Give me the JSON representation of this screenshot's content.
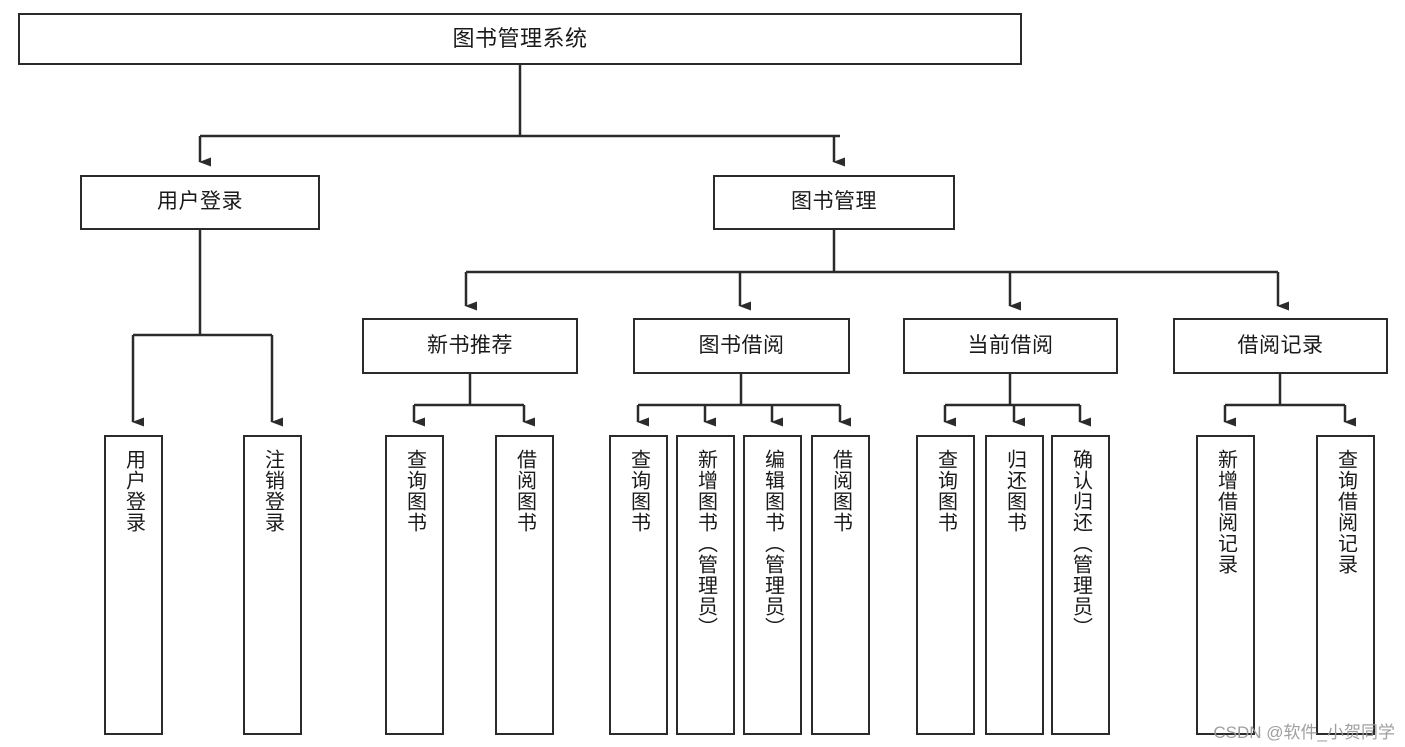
{
  "diagram": {
    "title": "图书管理系统",
    "watermark": "CSDN @软件_小贺同学",
    "colors": {
      "stroke": "#2b2b2b",
      "fill": "#ffffff",
      "text": "#1a1a1a",
      "watermark": "#9a9a9a"
    },
    "root": {
      "label": "图书管理系统"
    },
    "level1": [
      {
        "label": "用户登录"
      },
      {
        "label": "图书管理"
      }
    ],
    "level2": [
      {
        "label": "新书推荐"
      },
      {
        "label": "图书借阅"
      },
      {
        "label": "当前借阅"
      },
      {
        "label": "借阅记录"
      }
    ],
    "leaves": {
      "user_login": [
        {
          "label": "用户登录"
        },
        {
          "label": "注销登录"
        }
      ],
      "new_book": [
        {
          "label": "查询图书"
        },
        {
          "label": "借阅图书"
        }
      ],
      "book_borrow": [
        {
          "label": "查询图书"
        },
        {
          "label": "新增图书（管理员）"
        },
        {
          "label": "编辑图书（管理员）"
        },
        {
          "label": "借阅图书"
        }
      ],
      "current_borrow": [
        {
          "label": "查询图书"
        },
        {
          "label": "归还图书"
        },
        {
          "label": "确认归还（管理员）"
        }
      ],
      "borrow_record": [
        {
          "label": "新增借阅记录"
        },
        {
          "label": "查询借阅记录"
        }
      ]
    }
  }
}
